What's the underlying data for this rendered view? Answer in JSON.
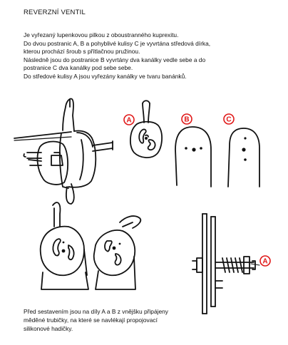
{
  "title": "REVERZNÍ VENTIL",
  "intro": [
    "Je vyřezaný lupenkovou pilkou z oboustranného kuprexitu.",
    "Do dvou postranic A, B a pohyblivé kulisy C je vyvrtána středová dírka,",
    "kterou prochází šroub s přítlačnou pružinou.",
    "Následně jsou do postranice B vyvrtány dva kanálky vedle sebe a do",
    "postranice C dva kanálky pod sebe sebe.",
    "Do středové kulisy A jsou vyřezány kanálky ve tvaru banánků."
  ],
  "footer": [
    "Před sestavením jsou na díly A a B z vnějšku připájeny",
    "měděné trubičky, na které se navlékají propojovací",
    "silikonové hadičky."
  ],
  "labels": {
    "a1": "A",
    "b": "B",
    "c": "C",
    "a2": "A"
  },
  "colors": {
    "label_red": "#e01818",
    "ink": "#111111"
  }
}
